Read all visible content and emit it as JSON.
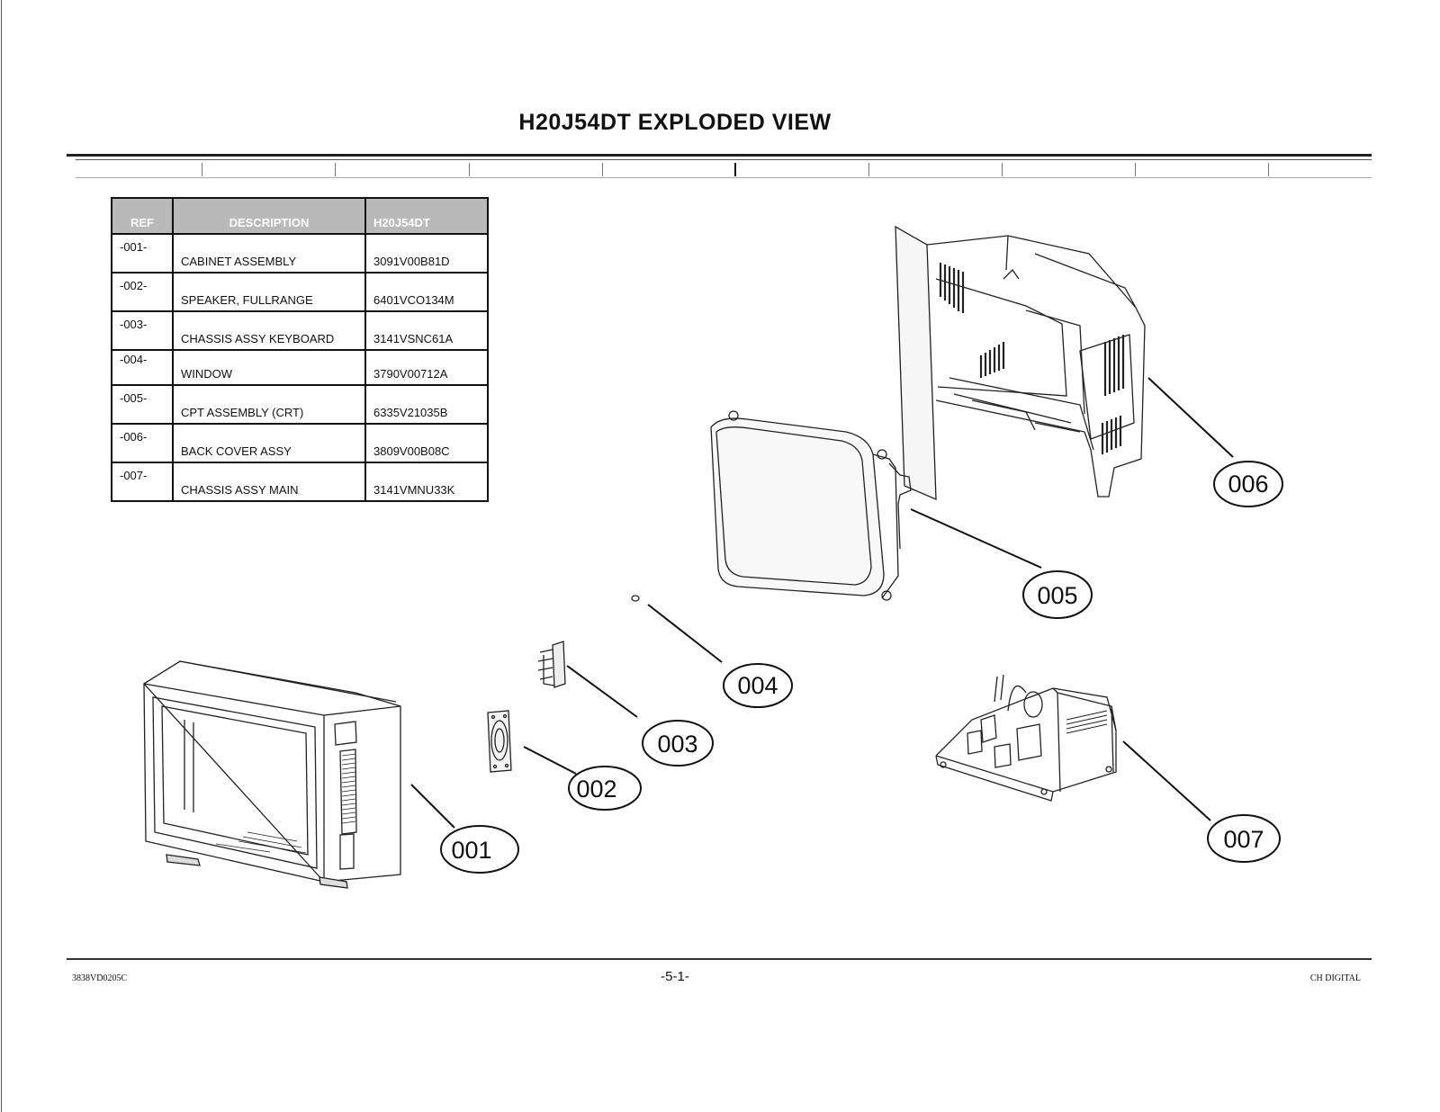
{
  "title": "H20J54DT EXPLODED VIEW",
  "table": {
    "headers": [
      "REF",
      "DESCRIPTION",
      "H20J54DT"
    ],
    "rows": [
      {
        "ref": "-001-",
        "desc": "CABINET ASSEMBLY",
        "part": "3091V00B81D"
      },
      {
        "ref": "-002-",
        "desc": "SPEAKER, FULLRANGE",
        "part": "6401VCO134M"
      },
      {
        "ref": "-003-",
        "desc": "CHASSIS ASSY KEYBOARD",
        "part": "3141VSNC61A"
      },
      {
        "ref": "-004-",
        "desc": "WINDOW",
        "part": "3790V00712A"
      },
      {
        "ref": "-005-",
        "desc": "CPT ASSEMBLY (CRT)",
        "part": "6335V21035B"
      },
      {
        "ref": "-006-",
        "desc": "BACK COVER ASSY",
        "part": "3809V00B08C"
      },
      {
        "ref": "-007-",
        "desc": "CHASSIS ASSY MAIN",
        "part": "3141VMNU33K"
      }
    ]
  },
  "callouts": {
    "c001": "001",
    "c002": "002",
    "c003": "003",
    "c004": "004",
    "c005": "005",
    "c006": "006",
    "c007": "007"
  },
  "footer": {
    "left": "3838VD0205C",
    "center": "-5-1-",
    "right": "CH DIGITAL"
  }
}
